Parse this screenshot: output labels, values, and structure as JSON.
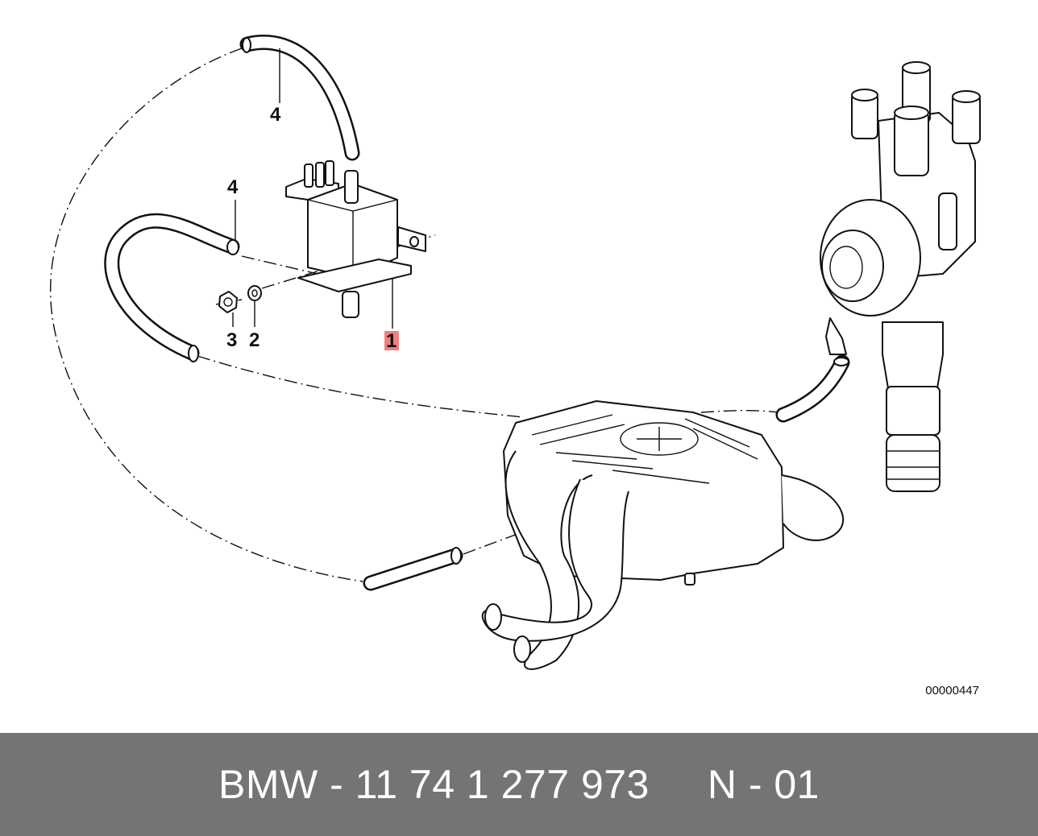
{
  "diagram": {
    "callouts": [
      {
        "id": "hose-top",
        "label": "4"
      },
      {
        "id": "hose-left",
        "label": "4"
      },
      {
        "id": "nut",
        "label": "3"
      },
      {
        "id": "washer",
        "label": "2"
      },
      {
        "id": "valve",
        "label": "1",
        "highlight": "#f08080"
      }
    ],
    "drawing_code": "00000447",
    "colors": {
      "line": "#111111",
      "highlight": "#f08080"
    }
  },
  "footer": {
    "text": "BMW - 11 74 1 277 973     N - 01",
    "background": "#747474",
    "color": "#ffffff"
  }
}
